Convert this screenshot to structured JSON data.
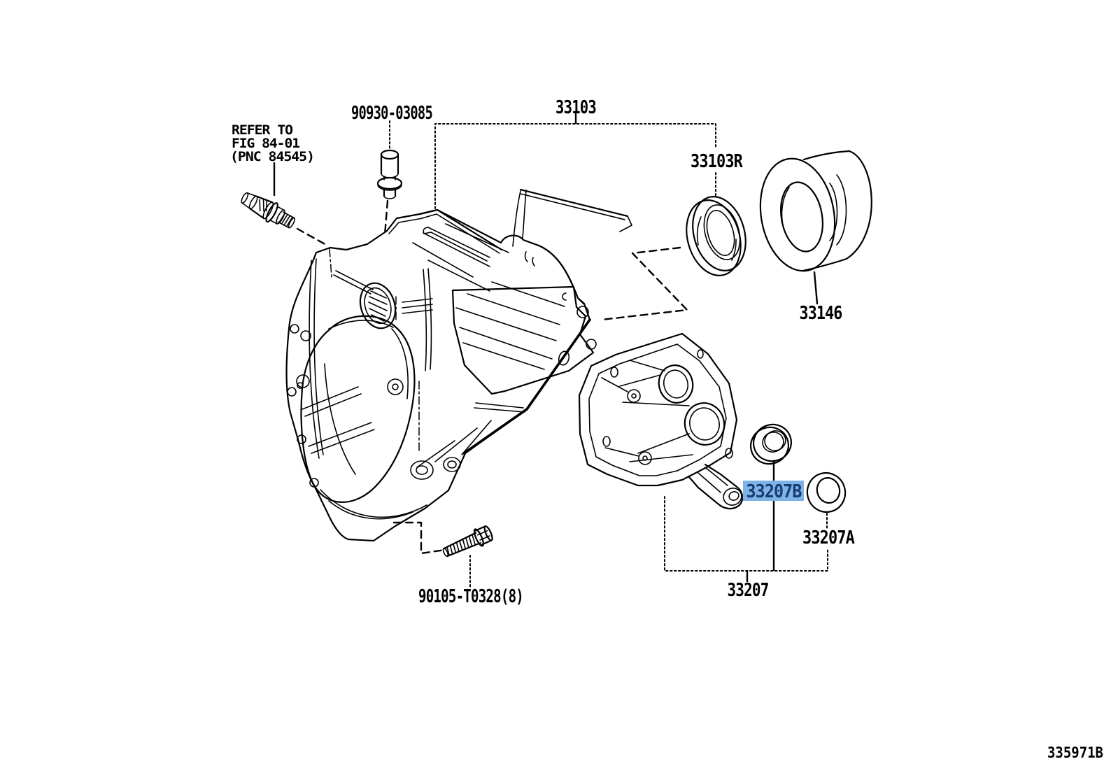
{
  "diagram": {
    "figure_code": "335971B",
    "background_color": "#FFFFFF",
    "line_color": "#000000",
    "note_lines": [
      "REFER TO",
      "FIG 84-01",
      "(PNC 84545)"
    ],
    "parts": {
      "breather_plug": "90930-03085",
      "transaxle_case": "33103",
      "case_oil_seal": "33103R",
      "bushing": "33146",
      "cover_oil_seal": "33207B",
      "cover_gasket_ring": "33207A",
      "case_cover": "33207",
      "bolt": "90105-T0328(8)"
    },
    "highlight": {
      "part": "33207B",
      "background": "#7FB3E8",
      "text_color": "#173C6F"
    }
  }
}
